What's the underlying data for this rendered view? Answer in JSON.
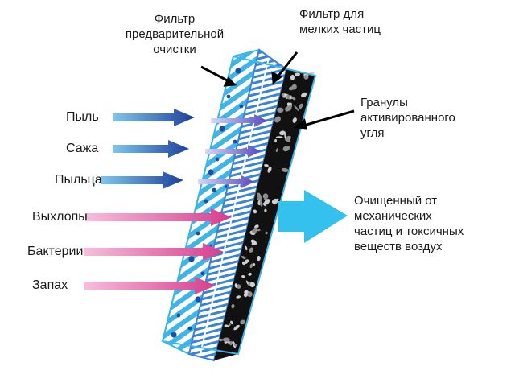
{
  "labels": {
    "prefilter": "Фильтр\nпредварительной\nочистки",
    "fine_filter": "Фильтр для\nмелких частиц",
    "carbon": "Гранулы\nактивированного\nугля",
    "output": "Очищенный от\nмеханических\nчастиц и токсичных\nвеществ воздух"
  },
  "pollutants": [
    {
      "label": "Пыль",
      "color": "#2a5fb8"
    },
    {
      "label": "Сажа",
      "color": "#2a5fb8"
    },
    {
      "label": "Пыльца",
      "color": "#2a5fb8"
    },
    {
      "label": "Выхлопы",
      "color": "#e0569b"
    },
    {
      "label": "Бактерии",
      "color": "#e0569b"
    },
    {
      "label": "Запах",
      "color": "#e0569b"
    }
  ],
  "colors": {
    "filter_stripe": "#3fb4e6",
    "filter_dot": "#1a4ea8",
    "carbon": "#111111",
    "output_arrow": "#34c1ee"
  }
}
